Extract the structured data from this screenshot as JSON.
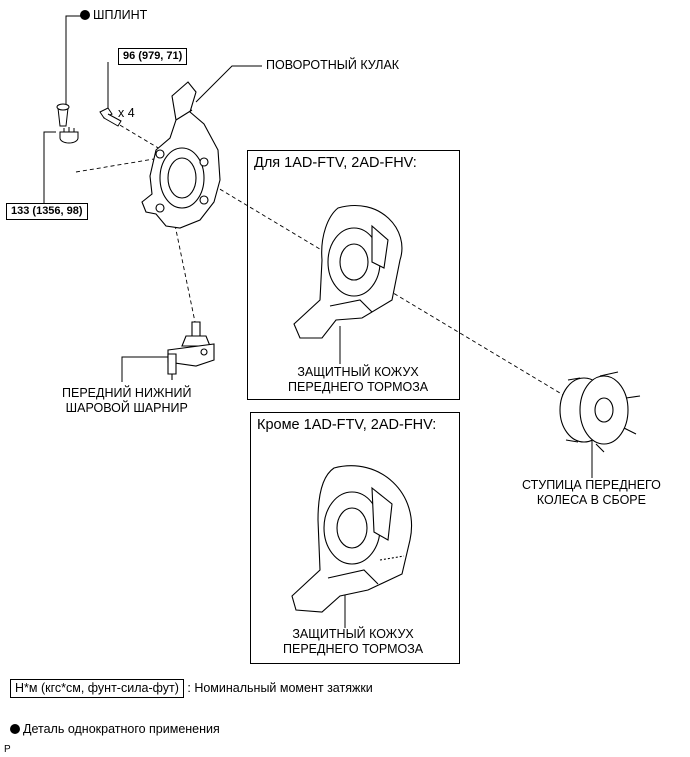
{
  "labels": {
    "cotter_pin": "ШПЛИНТ",
    "knuckle": "ПОВОРОТНЫЙ КУЛАК",
    "bolt_count": "x 4",
    "ball_joint_line1": "ПЕРЕДНИЙ НИЖНИЙ",
    "ball_joint_line2": "ШАРОВОЙ ШАРНИР",
    "hub_line1": "СТУПИЦА ПЕРЕДНЕГО",
    "hub_line2": "КОЛЕСА В СБОРЕ"
  },
  "torques": {
    "bolt": "96 (979, 71)",
    "nut": "133 (1356, 98)"
  },
  "variants": [
    {
      "title": "Для 1AD-FTV, 2AD-FHV:",
      "part_line1": "ЗАЩИТНЫЙ КОЖУХ",
      "part_line2": "ПЕРЕДНЕГО ТОРМОЗА"
    },
    {
      "title": "Кроме 1AD-FTV, 2AD-FHV:",
      "part_line1": "ЗАЩИТНЫЙ КОЖУХ",
      "part_line2": "ПЕРЕДНЕГО ТОРМОЗА"
    }
  ],
  "legend": {
    "unit_box": "Н*м (кгс*см, фунт-сила-фут)",
    "unit_desc": ": Номинальный момент затяжки",
    "single_use": "Деталь однократного применения"
  },
  "corner_mark": "P"
}
